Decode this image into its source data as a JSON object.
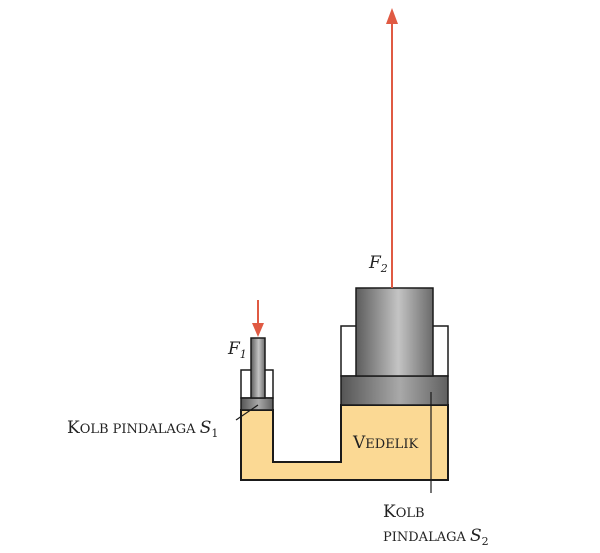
{
  "labels": {
    "f1": {
      "main": "F",
      "sub": "1"
    },
    "f2": {
      "main": "F",
      "sub": "2"
    },
    "piston_small": {
      "cap": "K",
      "rest": "OLB PINDALAGA ",
      "sym": "S",
      "sub": "1"
    },
    "liquid": {
      "cap": "V",
      "rest": "EDELIK"
    },
    "piston_large_line1": {
      "cap": "K",
      "rest": "OLB"
    },
    "piston_large_line2": {
      "rest": "PINDALAGA ",
      "sym": "S",
      "sub": "2"
    }
  },
  "colors": {
    "liquid": "#fbd994",
    "force_arrow": "#e05a43",
    "piston_dark": "#5a5a5a",
    "piston_light": "#bdbdbd",
    "outline": "#1a1a1a"
  }
}
